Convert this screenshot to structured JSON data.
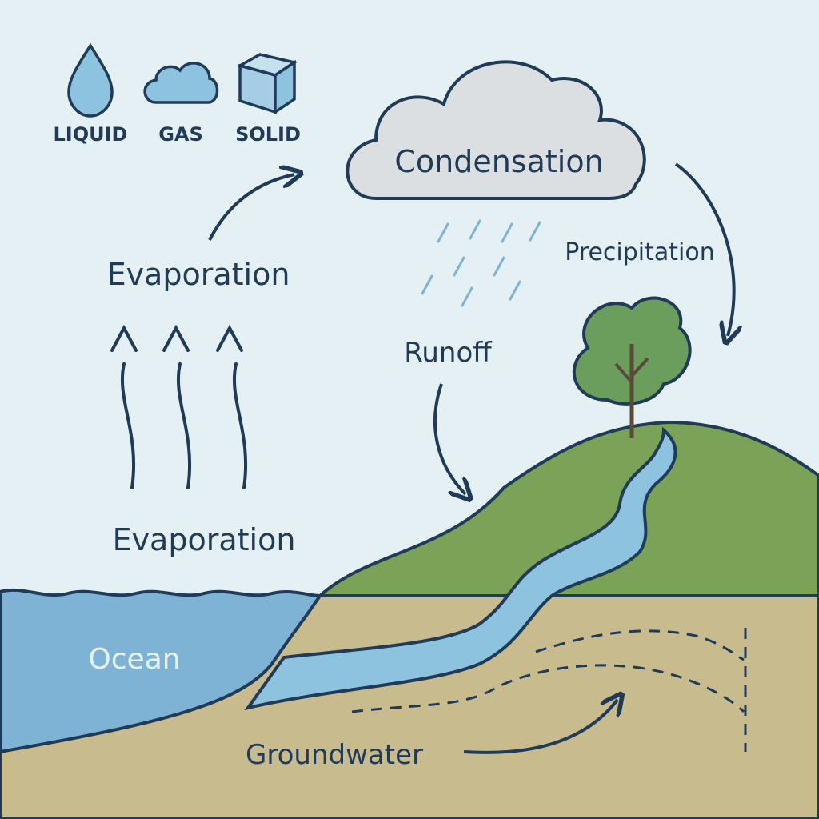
{
  "legend": {
    "liquid": "LIQUID",
    "gas": "GAS",
    "solid": "SOLID"
  },
  "labels": {
    "condensation": "Condensation",
    "precipitation": "Precipitation",
    "evaporation_upper": "Evaporation",
    "evaporation_lower": "Evaporation",
    "runoff": "Runoff",
    "ocean": "Ocean",
    "groundwater": "Groundwater"
  },
  "colors": {
    "sky": "#e4f0f3",
    "ink": "#1f3b57",
    "water": "#7fb3d5",
    "river": "#8ec3e0",
    "hill": "#7aa357",
    "soil": "#c8bb8e",
    "cloud": "#dcdfe2",
    "tree": "#6b9e5c"
  }
}
